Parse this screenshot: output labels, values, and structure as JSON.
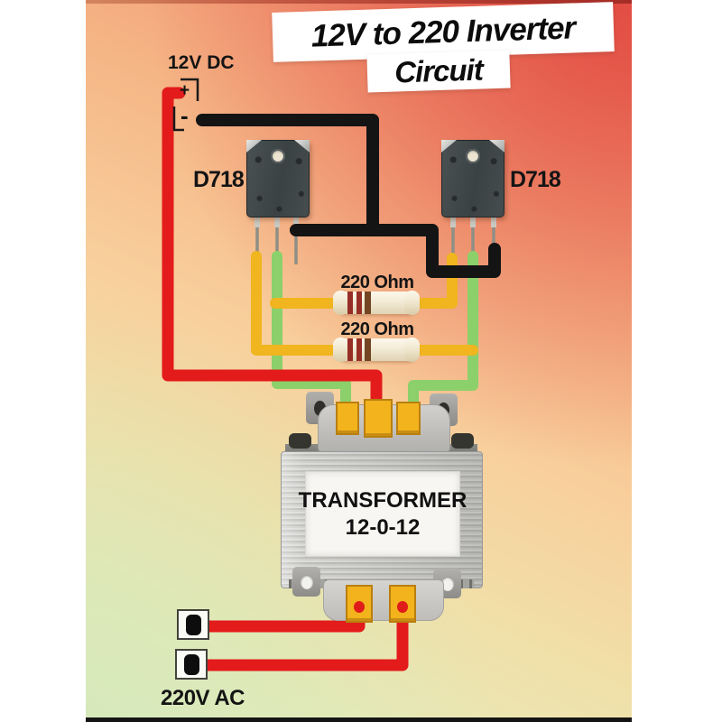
{
  "title": {
    "line1": "12V to 220 Inverter",
    "line2": "Circuit"
  },
  "source": {
    "label": "12V DC",
    "plus": "+",
    "minus": "-"
  },
  "transistors": {
    "left": "D718",
    "right": "D718"
  },
  "resistors": {
    "top": "220 Ohm",
    "bottom": "220 Ohm"
  },
  "transformer": {
    "name": "TRANSFORMER",
    "winding": "12-0-12"
  },
  "output": {
    "label": "220V AC"
  },
  "colors": {
    "wire_red": "#e31b1b",
    "wire_black": "#141414",
    "wire_yellow": "#f0b51f",
    "wire_green": "#8bd06a",
    "lead_gray": "#8f8f85",
    "leg_silver": "#c9c9c2"
  }
}
